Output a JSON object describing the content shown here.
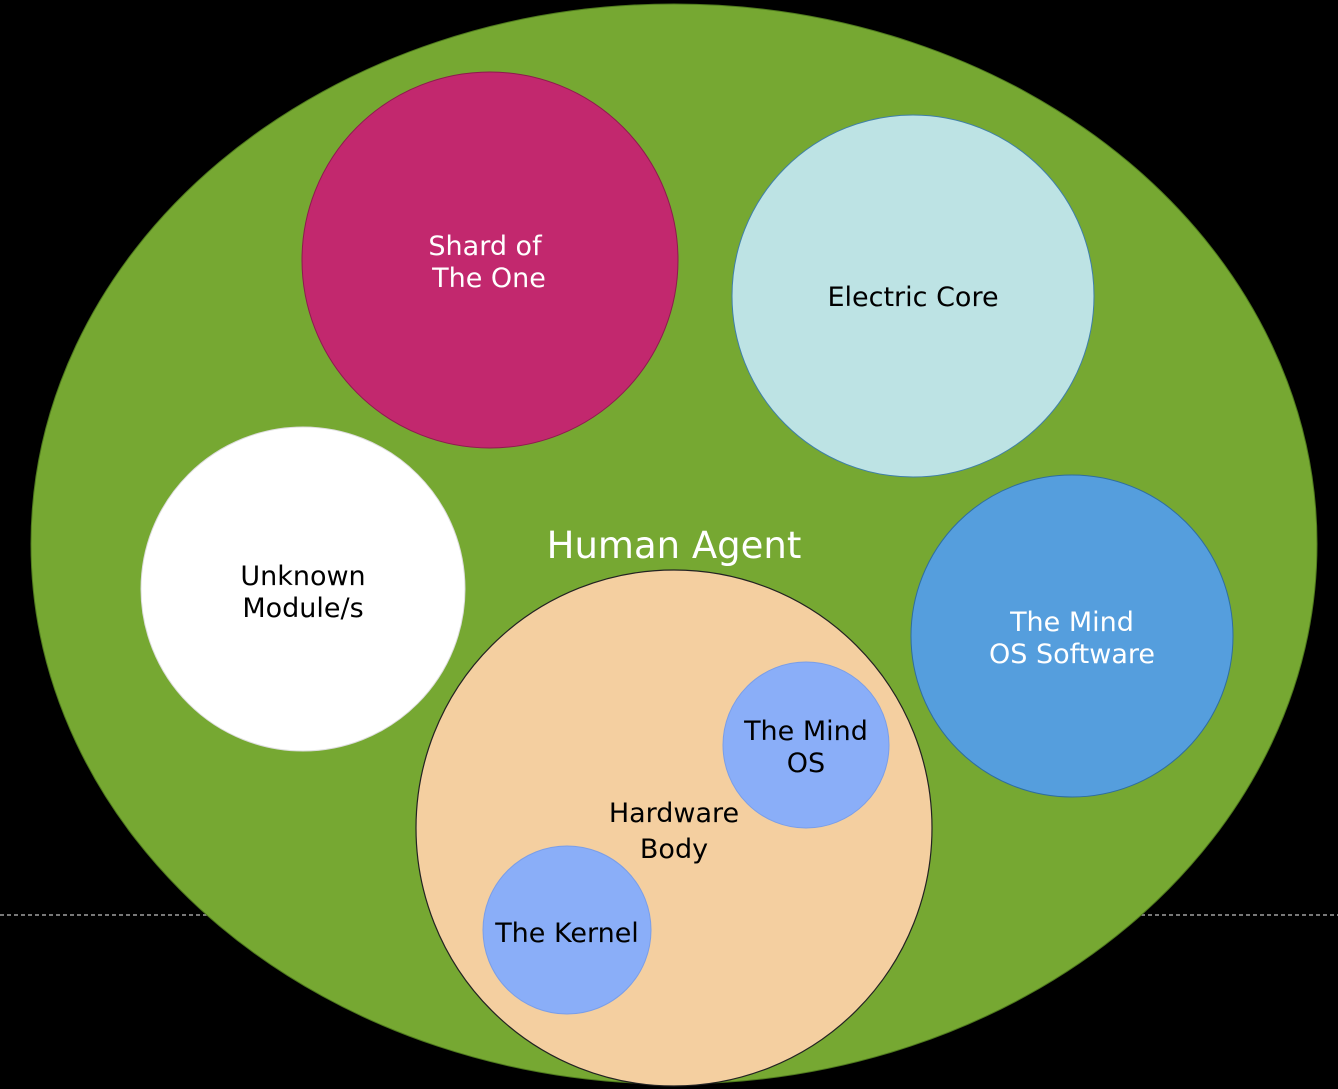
{
  "diagram": {
    "title": "Human Agent",
    "colors": {
      "background": "#000000",
      "agent_fill": "#76A832",
      "shard_fill": "#C2286E",
      "electric_fill": "#BDE3E4",
      "unknown_fill": "#FFFFFF",
      "software_fill": "#559EDD",
      "hardware_fill": "#F4CFA0",
      "inner_fill": "#8AAEF8",
      "dashed_line": "#BFBFBF"
    },
    "nodes": {
      "shard": {
        "line1": "Shard of",
        "line2": "The One"
      },
      "electric_core": {
        "label": "Electric Core"
      },
      "unknown": {
        "line1": "Unknown",
        "line2": "Module/s"
      },
      "mind_software": {
        "line1": "The Mind",
        "line2": "OS Software"
      },
      "hardware": {
        "line1": "Hardware",
        "line2": "Body"
      },
      "mind_os": {
        "line1": "The Mind",
        "line2": "OS"
      },
      "kernel": {
        "label": "The Kernel"
      }
    }
  }
}
